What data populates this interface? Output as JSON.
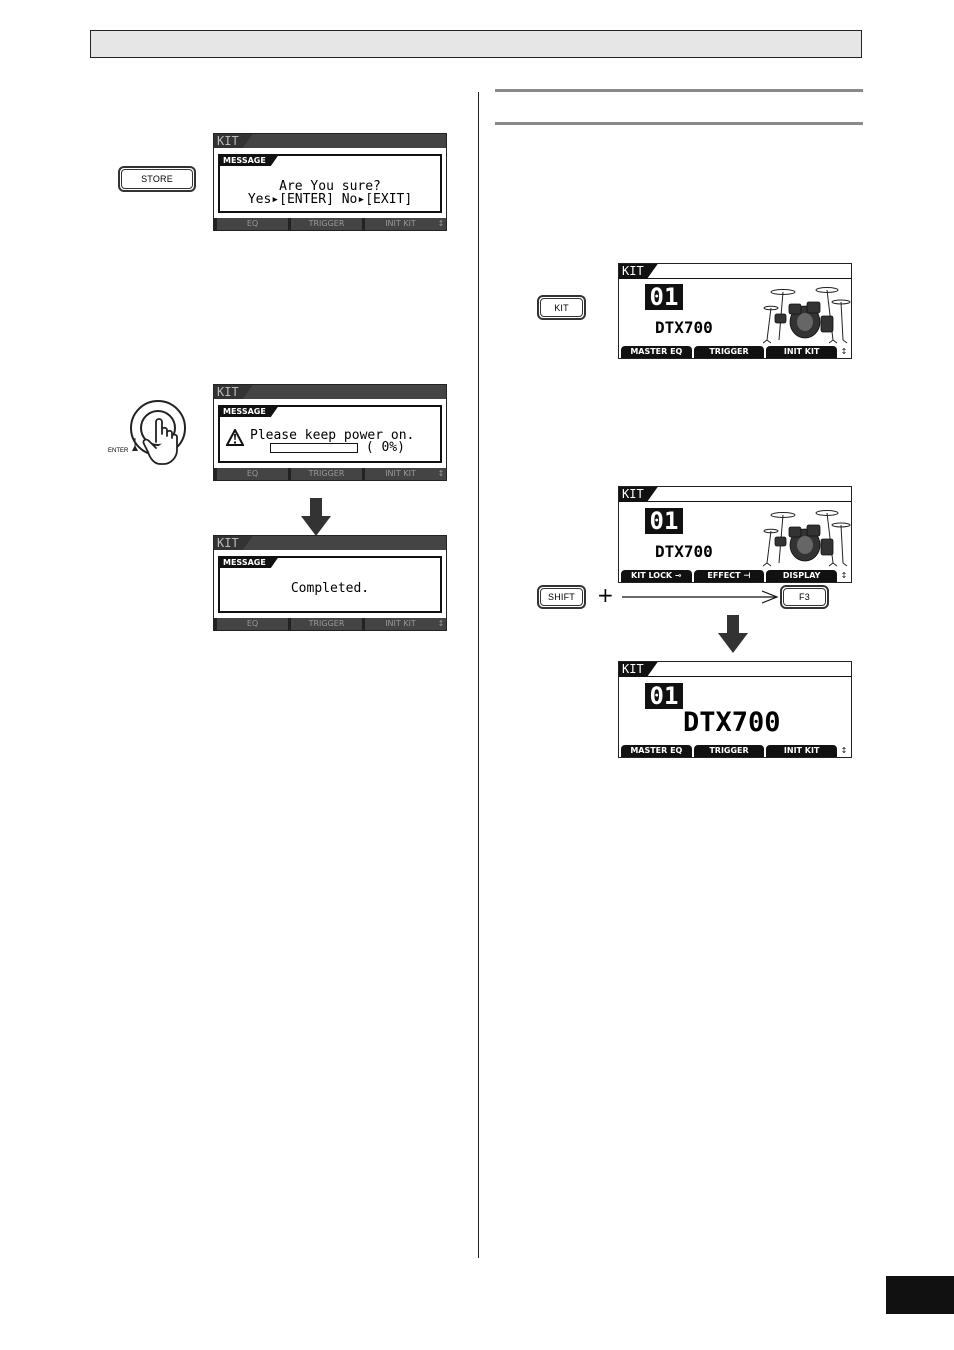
{
  "buttons": {
    "store": "STORE",
    "kit": "KIT",
    "shift": "SHIFT",
    "f3": "F3",
    "enter": "ENTER"
  },
  "combo_plus": "+",
  "colors": {
    "lcd_dark": "#111111",
    "bar_gray": "#444444",
    "rule_gray": "#8a8a8a",
    "header_fill": "#e6e6e6"
  },
  "screens": {
    "confirm": {
      "tab": "KIT",
      "label": "MESSAGE",
      "line1": "Are You sure?",
      "line2": "Yes▸[ENTER] No▸[EXIT]",
      "fkeys": [
        "EQ",
        "TRIGGER",
        "INIT KIT"
      ],
      "scroll": "↕"
    },
    "saving": {
      "tab": "KIT",
      "label": "MESSAGE",
      "line1": "Please keep power on.",
      "percent_text": "(  0%)",
      "progress": 0,
      "warning_icon": "warning-icon",
      "fkeys": [
        "EQ",
        "TRIGGER",
        "INIT KIT"
      ],
      "scroll": "↕"
    },
    "completed": {
      "tab": "KIT",
      "label": "MESSAGE",
      "line1": "Completed.",
      "fkeys": [
        "EQ",
        "TRIGGER",
        "INIT KIT"
      ],
      "scroll": "↕"
    },
    "kit_main": {
      "tab": "KIT",
      "number": "01",
      "name": "DTX700",
      "fkeys": [
        "MASTER EQ",
        "TRIGGER",
        "INIT KIT"
      ],
      "scroll": "↕"
    },
    "kit_shift": {
      "tab": "KIT",
      "number": "01",
      "name": "DTX700",
      "fkeys": [
        "KIT LOCK ⊸",
        "EFFECT ⊣",
        "DISPLAY"
      ],
      "scroll": "↕"
    },
    "kit_large": {
      "tab": "KIT",
      "number": "01",
      "name": "DTX700",
      "fkeys": [
        "MASTER EQ",
        "TRIGGER",
        "INIT KIT"
      ],
      "scroll": "↕"
    }
  }
}
